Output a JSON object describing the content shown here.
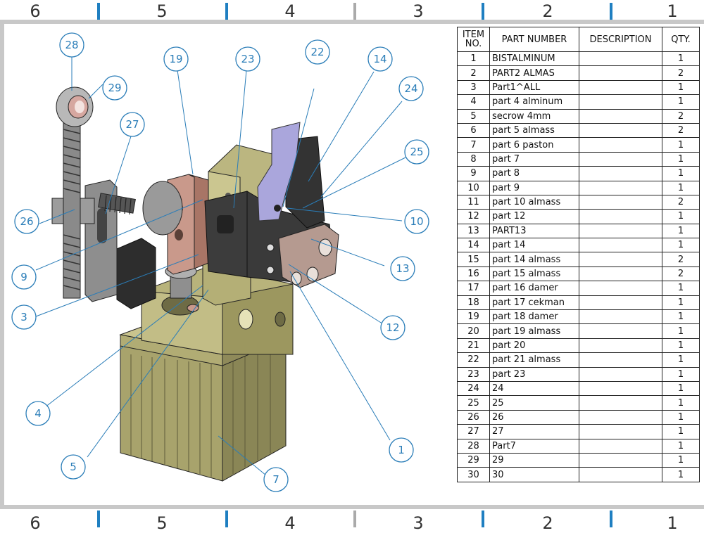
{
  "zones": [
    "6",
    "5",
    "4",
    "3",
    "2",
    "1"
  ],
  "zone_tick_colors": [
    "#1f7fc1",
    "#1f7fc1",
    "#aaaaaa",
    "#1f7fc1",
    "#1f7fc1"
  ],
  "colors": {
    "olive": "#b5b07a",
    "olive_dark": "#6e6b45",
    "dark_part": "#3a3a3a",
    "steel": "#9a9a9a",
    "copper": "#c99a8c",
    "lavender": "#a9a6d8",
    "balloon": "#2a7db8"
  },
  "bom": {
    "headers": [
      "ITEM\nNO.",
      "PART NUMBER",
      "DESCRIPTION",
      "QTY."
    ],
    "rows": [
      {
        "item": "1",
        "part": "BISTALMINUM",
        "desc": "",
        "qty": "1"
      },
      {
        "item": "2",
        "part": "PART2 ALMAS",
        "desc": "",
        "qty": "2"
      },
      {
        "item": "3",
        "part": "Part1^ALL",
        "desc": "",
        "qty": "1"
      },
      {
        "item": "4",
        "part": "part 4 alminum",
        "desc": "",
        "qty": "1"
      },
      {
        "item": "5",
        "part": "secrow 4mm",
        "desc": "",
        "qty": "2"
      },
      {
        "item": "6",
        "part": "part 5 almass",
        "desc": "",
        "qty": "2"
      },
      {
        "item": "7",
        "part": "part 6 paston",
        "desc": "",
        "qty": "1"
      },
      {
        "item": "8",
        "part": "part 7",
        "desc": "",
        "qty": "1"
      },
      {
        "item": "9",
        "part": "part 8",
        "desc": "",
        "qty": "1"
      },
      {
        "item": "10",
        "part": "part 9",
        "desc": "",
        "qty": "1"
      },
      {
        "item": "11",
        "part": "part 10 almass",
        "desc": "",
        "qty": "2"
      },
      {
        "item": "12",
        "part": "part 12",
        "desc": "",
        "qty": "1"
      },
      {
        "item": "13",
        "part": "PART13",
        "desc": "",
        "qty": "1"
      },
      {
        "item": "14",
        "part": "part 14",
        "desc": "",
        "qty": "1"
      },
      {
        "item": "15",
        "part": "part 14 almass",
        "desc": "",
        "qty": "2"
      },
      {
        "item": "16",
        "part": "part 15 almass",
        "desc": "",
        "qty": "2"
      },
      {
        "item": "17",
        "part": "part 16 damer",
        "desc": "",
        "qty": "1"
      },
      {
        "item": "18",
        "part": "part 17 cekman",
        "desc": "",
        "qty": "1"
      },
      {
        "item": "19",
        "part": "part 18 damer",
        "desc": "",
        "qty": "1"
      },
      {
        "item": "20",
        "part": "part 19 almass",
        "desc": "",
        "qty": "1"
      },
      {
        "item": "21",
        "part": "part 20",
        "desc": "",
        "qty": "1"
      },
      {
        "item": "22",
        "part": "part 21 almass",
        "desc": "",
        "qty": "1"
      },
      {
        "item": "23",
        "part": "part 23",
        "desc": "",
        "qty": "1"
      },
      {
        "item": "24",
        "part": "24",
        "desc": "",
        "qty": "1"
      },
      {
        "item": "25",
        "part": "25",
        "desc": "",
        "qty": "1"
      },
      {
        "item": "26",
        "part": "26",
        "desc": "",
        "qty": "1"
      },
      {
        "item": "27",
        "part": "27",
        "desc": "",
        "qty": "1"
      },
      {
        "item": "28",
        "part": "Part7",
        "desc": "",
        "qty": "1"
      },
      {
        "item": "29",
        "part": "29",
        "desc": "",
        "qty": "1"
      },
      {
        "item": "30",
        "part": "30",
        "desc": "",
        "qty": "1"
      }
    ]
  },
  "balloons": [
    "28",
    "29",
    "19",
    "23",
    "22",
    "14",
    "24",
    "27",
    "25",
    "26",
    "10",
    "9",
    "13",
    "3",
    "12",
    "4",
    "1",
    "5",
    "7"
  ]
}
